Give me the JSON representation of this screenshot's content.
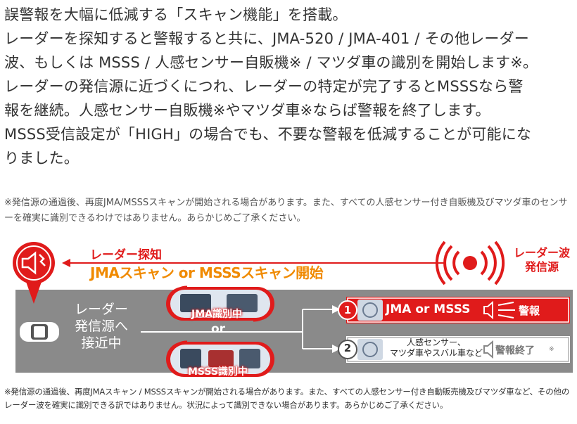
{
  "intro": {
    "lines": [
      "誤警報を大幅に低減する「スキャン機能」を搭載。",
      "レーダーを探知すると警報すると共に、JMA-520 / JMA-401 / その他レーダー",
      "波、もしくは MSSS / 人感センサー自販機※ / マツダ車の識別を開始します※。",
      "レーダーの発信源に近づくにつれ、レーダーの特定が完了するとMSSSなら警",
      "報を継続。人感センサー自販機※やマツダ車※ならば警報を終了します。",
      "MSSS受信設定が「HIGH」の場合でも、不要な警報を低減することが可能にな",
      "りました。"
    ]
  },
  "note_top": "※発信源の通過後、再度JMA/MSSSスキャンが開始される場合があります。また、すべての人感センサー付き自販機及びマツダ車のセンサーを確実に識別できるわけではありません。あらかじめご了承ください。",
  "diagram": {
    "detect_label": "レーダー探知",
    "scan_label": "JMAスキャン or MSSSスキャン開始",
    "source_label_1": "レーダー波",
    "source_label_2": "発信源",
    "approach_1": "レーダー",
    "approach_2": "発信源へ",
    "approach_3": "接近中",
    "or_label": "or",
    "jma_identifying": "JMA識別中",
    "msss_identifying": "MSSS識別中",
    "result1_num": "1",
    "result1_text": "JMA or MSSS",
    "result1_alarm": "警報",
    "result2_num": "2",
    "result2_text_1": "人感センサー、",
    "result2_text_2": "マツダ車やスバル車など",
    "result2_end": "警報終了",
    "result2_mark": "※"
  },
  "note_bottom": "※発信源の通過後、再度JMAスキャン / MSSSスキャンが開始される場合があります。また、すべての人感センサー付き自動販売機及びマツダ車など、その他のレーダー波を確実に識別できる訳ではありません。状況によって識別できない場合があります。あらかじめご了承ください。",
  "colors": {
    "red": "#e01b1b",
    "orange": "#f08a00",
    "band": "#8a8a8a",
    "text": "#333333"
  }
}
